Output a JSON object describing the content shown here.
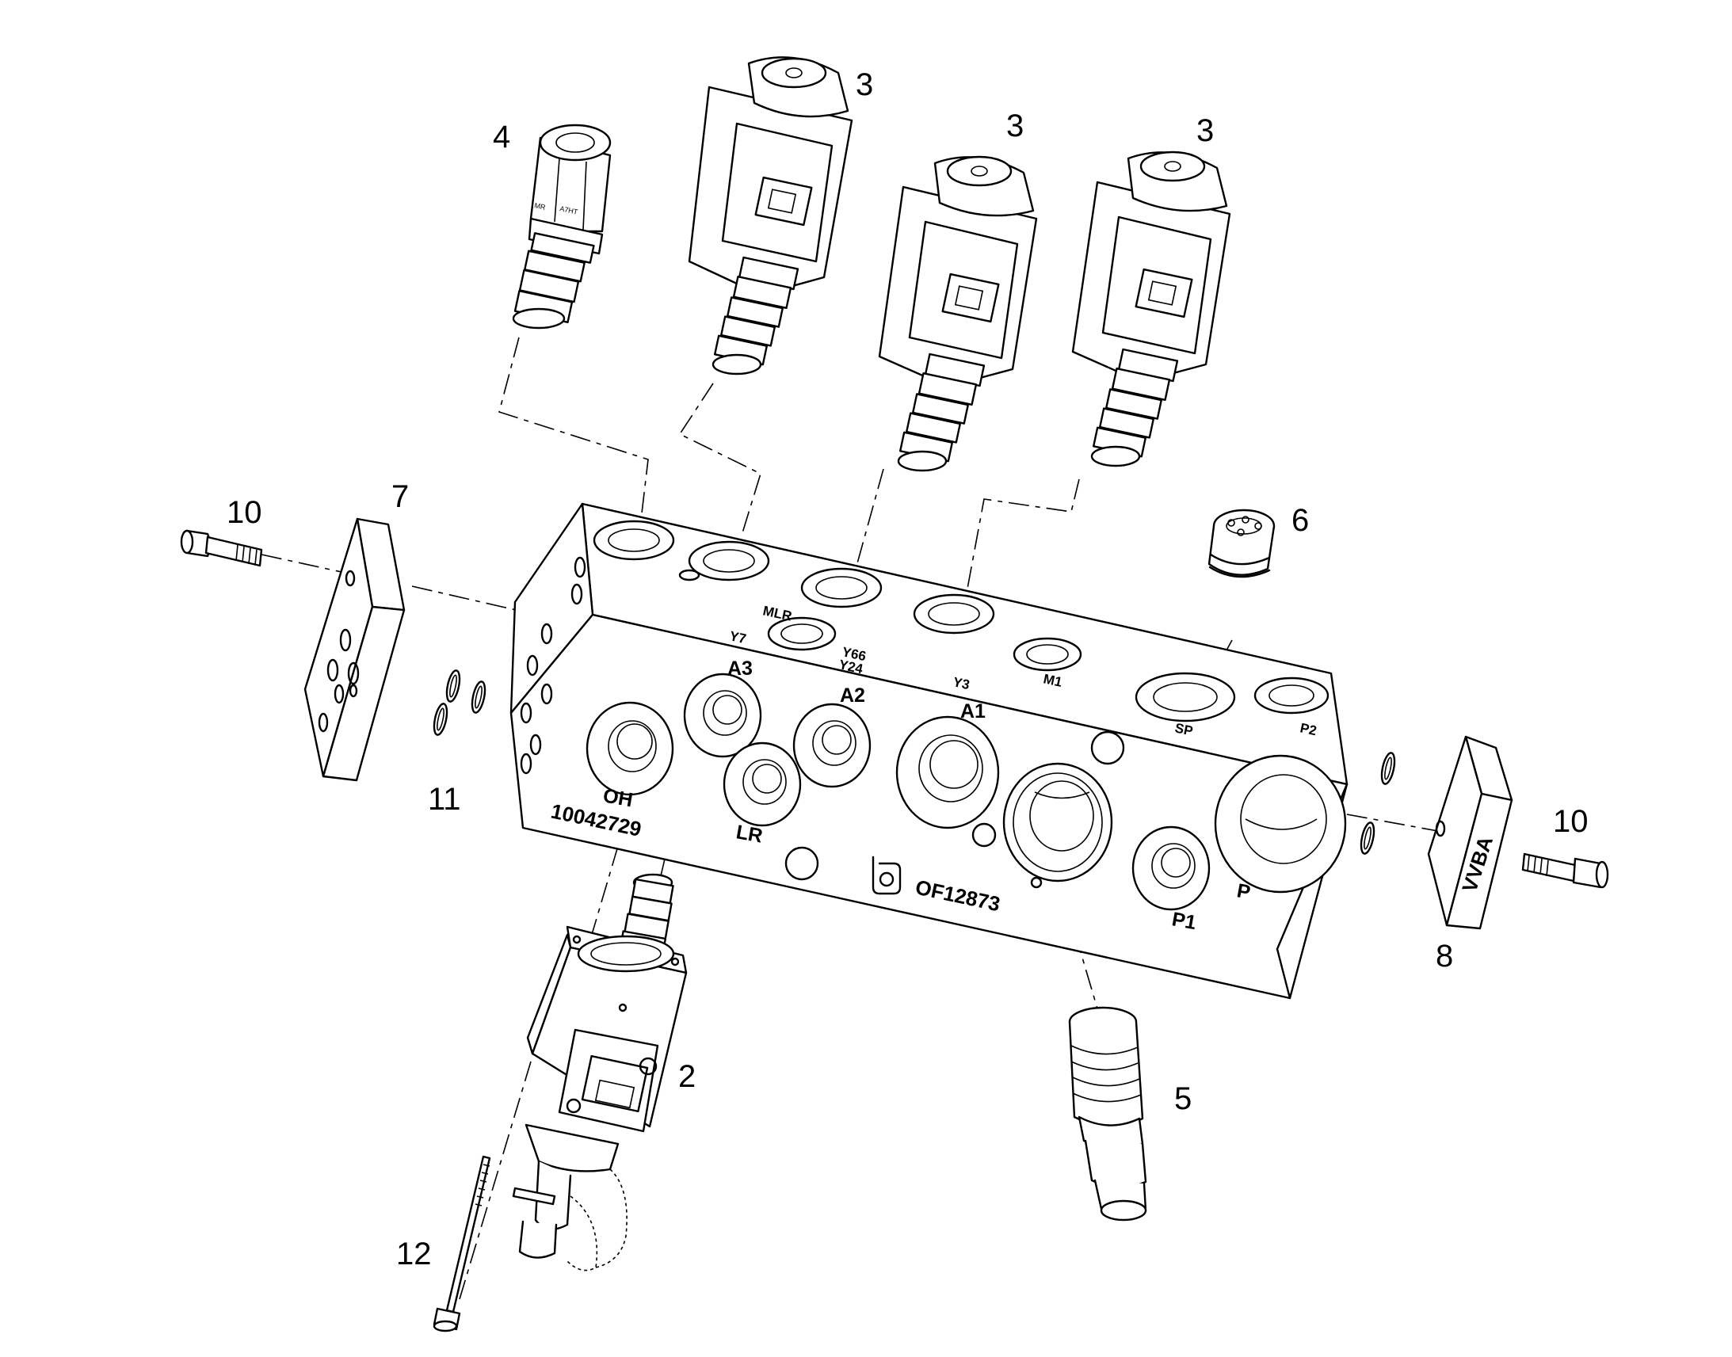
{
  "callouts": {
    "c2": "2",
    "c3a": "3",
    "c3b": "3",
    "c3c": "3",
    "c4": "4",
    "c5": "5",
    "c6": "6",
    "c7": "7",
    "c8": "8",
    "c10a": "10",
    "c10b": "10",
    "c11": "11",
    "c12": "12"
  },
  "ports": {
    "mlr": "MLR",
    "y7": "Y7",
    "y66": "Y66",
    "y24": "Y24",
    "y3": "Y3",
    "m1": "M1",
    "sp": "SP",
    "p2": "P2",
    "a3": "A3",
    "a2": "A2",
    "a1": "A1",
    "oh": "OH",
    "lr": "LR",
    "p1": "P1",
    "p": "P"
  },
  "block": {
    "part_number": "10042729",
    "stamp_code": "OF12873"
  },
  "plate": {
    "label": "VVBA"
  },
  "valve4": {
    "marking_left": "MR",
    "marking_right": "A7HT"
  }
}
